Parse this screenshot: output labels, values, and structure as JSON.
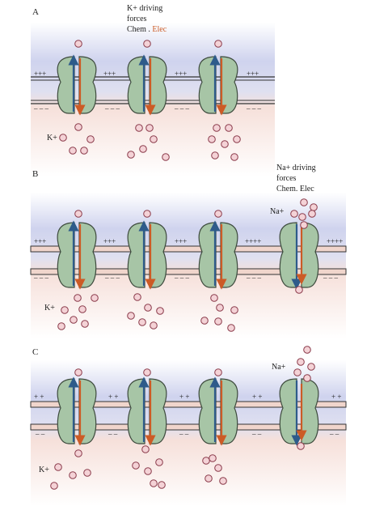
{
  "panels": [
    {
      "label": "A",
      "ion_label": "K+",
      "charge_top": [
        "+++",
        "+++",
        "+++",
        "+++"
      ],
      "charge_bottom": [
        "– – –",
        "– – –",
        "– – –",
        "– – –"
      ],
      "channels": 3
    },
    {
      "label": "B",
      "ion_label": "K+",
      "na_label": "Na+",
      "charge_top": [
        "+++",
        "+++",
        "+++",
        "++++",
        "++++"
      ],
      "charge_bottom": [
        "– – –",
        "– – –",
        "– – –",
        "– – –",
        "– – –"
      ],
      "channels": 4
    },
    {
      "label": "C",
      "ion_label": "K+",
      "na_label": "Na+",
      "charge_top": [
        "+ +",
        "+ +",
        "+ +",
        "+ +",
        "+ +"
      ],
      "charge_bottom": [
        "–  –",
        "–  –",
        "–  –",
        "–  –",
        "–  –"
      ],
      "channels": 4
    }
  ],
  "k_legend": {
    "line1": "K+ driving",
    "line2": "forces",
    "chem": "Chem",
    "sep": " . ",
    "elec": "Elec"
  },
  "na_legend": {
    "line1": "Na+ driving",
    "line2": "forces",
    "line3": "Chem. Elec"
  },
  "colors": {
    "extracellular": "#d3d6ee",
    "intracellular": "#f8e6e2",
    "channel": "#a7c5a6",
    "channel_edge": "#3d4a3d",
    "arrow_chem": "#2e5b8a",
    "arrow_elec": "#cc5b26",
    "ion_fill": "#f4d2d6",
    "ion_edge": "#8a3a4a",
    "membrane": "#f0d5cc"
  }
}
